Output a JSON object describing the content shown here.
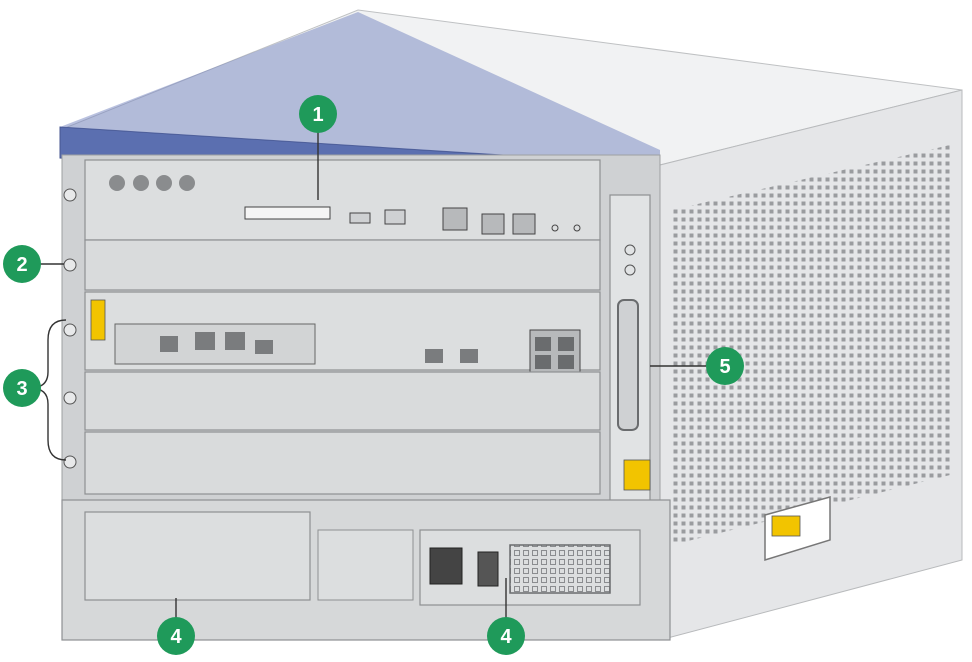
{
  "colors": {
    "callout_fill": "#1f9a5a",
    "callout_text": "#ffffff",
    "chassis_top": "#f0f1f2",
    "chassis_side": "#e4e5e7",
    "chassis_front": "#cfd1d3",
    "blue_trim": "#5b6fb0",
    "slot_face": "#dcdedf",
    "leader_line": "#333333"
  },
  "callouts": [
    {
      "id": "c1",
      "label": "1",
      "target": "mpu-card"
    },
    {
      "id": "c2",
      "label": "2",
      "target": "empty-mpu-slot"
    },
    {
      "id": "c3",
      "label": "3",
      "target": "interface-card-slots"
    },
    {
      "id": "c4a",
      "label": "4",
      "target": "power-supply-slot-empty"
    },
    {
      "id": "c4b",
      "label": "4",
      "target": "power-supply-module"
    },
    {
      "id": "c5",
      "label": "5",
      "target": "fan-tray"
    }
  ]
}
